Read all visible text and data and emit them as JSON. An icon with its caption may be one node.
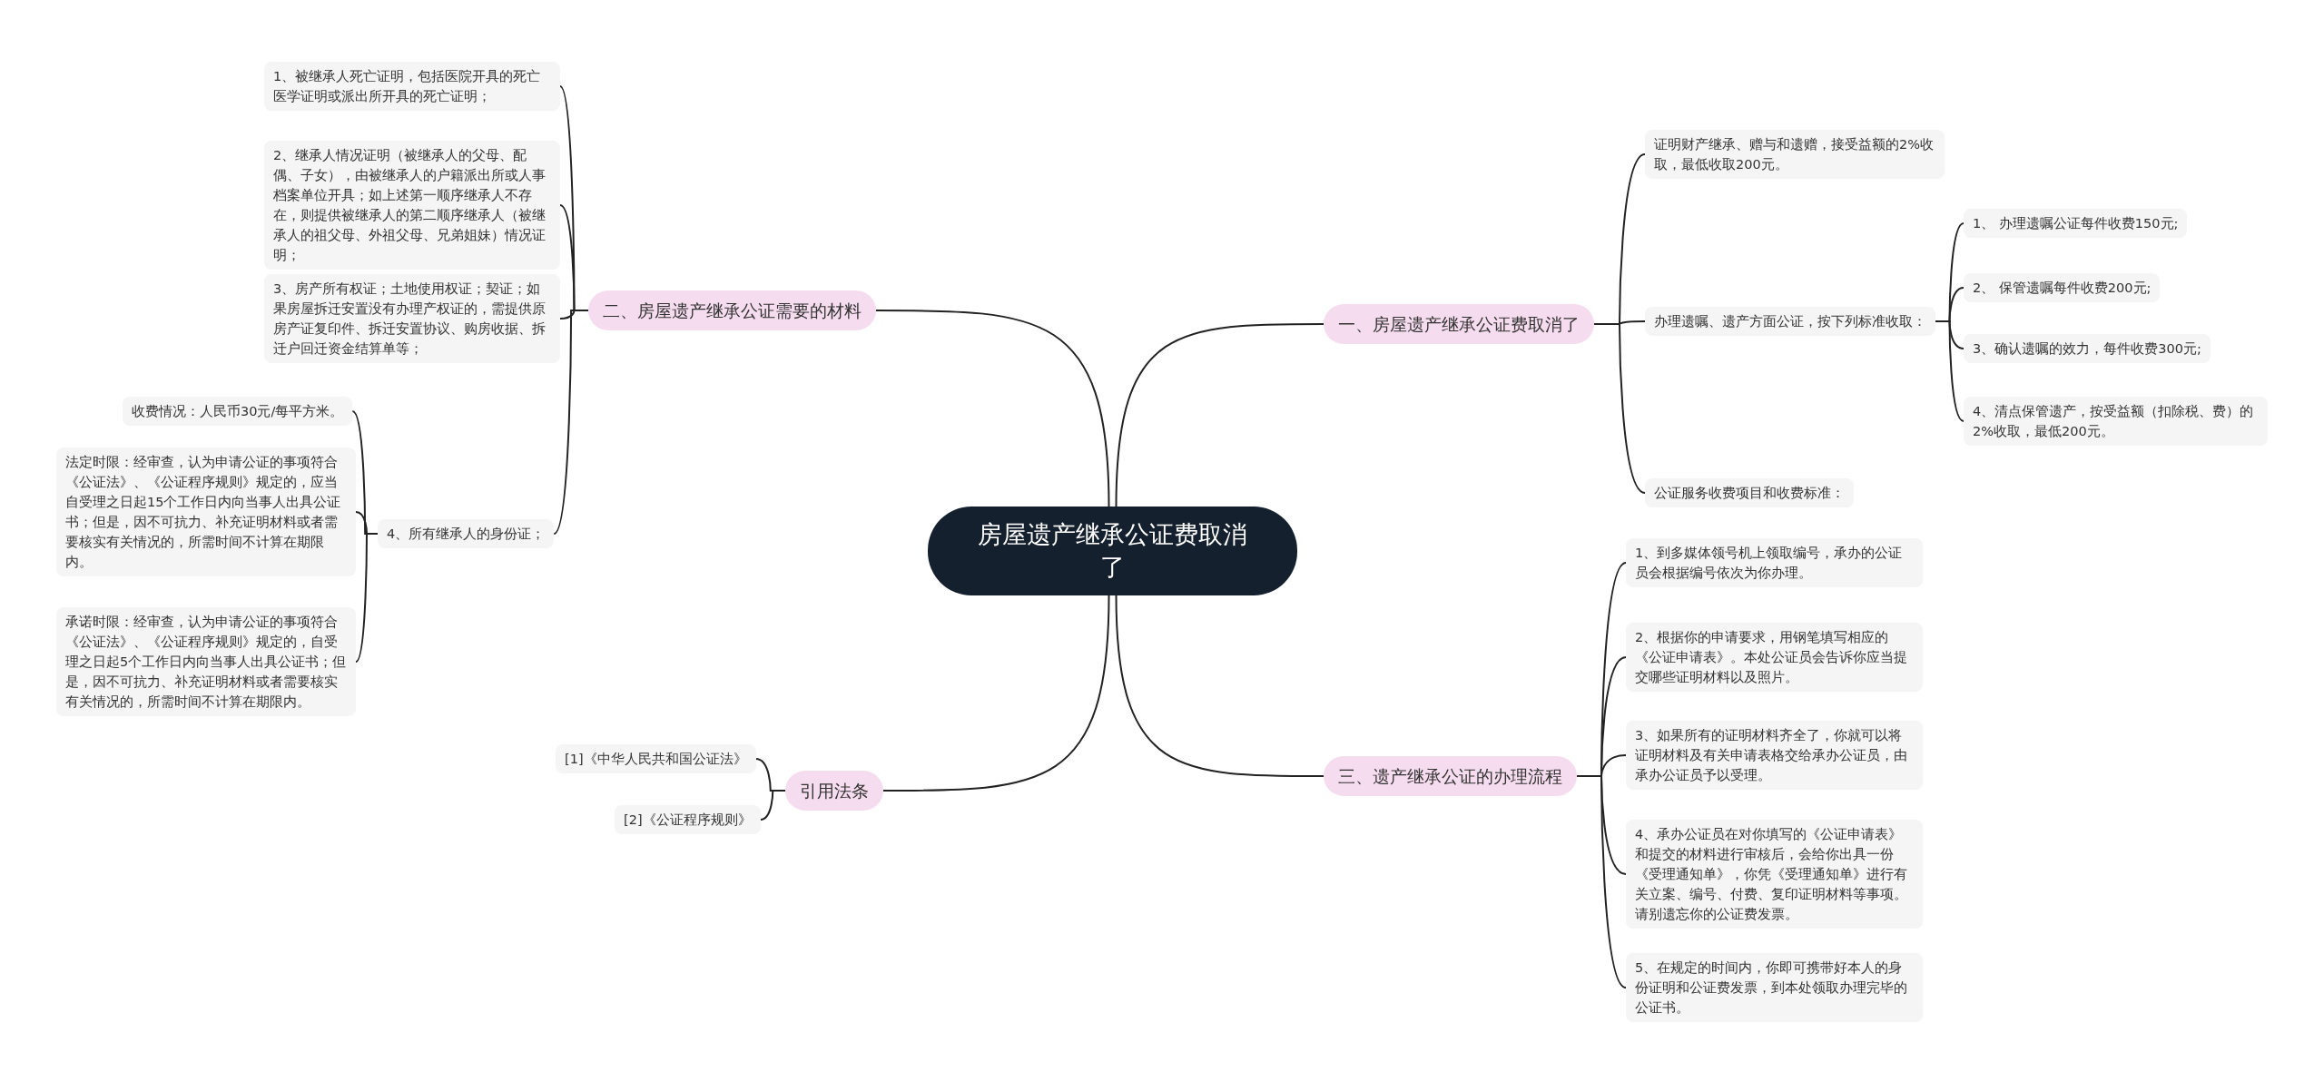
{
  "diagram": {
    "nodes": [
      {
        "text": [
          "房屋遗产继承公证费取消了"
        ]
      },
      {
        "text": [
          "一、房屋遗产继承公证费取消了"
        ]
      },
      {
        "text": [
          "证明财产继承、赠与和遗赠，接受益额的2%收取，最低收取200元。"
        ]
      },
      {
        "text": [
          "办理遗嘱、遗产方面公证，按下列标准收取："
        ]
      },
      {
        "text": [
          "1、 办理遗嘱公证每件收费150元;"
        ]
      },
      {
        "text": [
          "2、 保管遗嘱每件收费200元;"
        ]
      },
      {
        "text": [
          "3、确认遗嘱的效力，每件收费300元;"
        ]
      },
      {
        "text": [
          "4、清点保管遗产，按受益额（扣除税、费）的2%收取，最低200元。"
        ]
      },
      {
        "text": [
          "公证服务收费项目和收费标准："
        ]
      },
      {
        "text": [
          "二、房屋遗产继承公证需要的材料"
        ]
      },
      {
        "text": [
          "1、被继承人死亡证明，包括医院开具的死亡医学证明或派出所开具的死亡证明；"
        ]
      },
      {
        "text": [
          "2、继承人情况证明（被继承人的父母、配偶、子女），由被继承人的户籍派出所或人事档案单位开具；如上述第一顺序继承人不存在，则提供被继承人的第二顺序继承人（被继承人的祖父母、外祖父母、兄弟姐妹）情况证明；"
        ]
      },
      {
        "text": [
          "3、房产所有权证；土地使用权证；契证；如果房屋拆迁安置没有办理产权证的，需提供原房产证复印件、拆迁安置协议、购房收据、拆迁户回迁资金结算单等；"
        ]
      },
      {
        "text": [
          "4、所有继承人的身份证；"
        ]
      },
      {
        "text": [
          "收费情况：人民币30元/每平方米。"
        ]
      },
      {
        "text": [
          "法定时限：经审查，认为申请公证的事项符合《公证法》、《公证程序规则》规定的，应当自受理之日起15个工作日内向当事人出具公证书；但是，因不可抗力、补充证明材料或者需要核实有关情况的，所需时间不计算在期限内。"
        ]
      },
      {
        "text": [
          "承诺时限：经审查，认为申请公证的事项符合《公证法》、《公证程序规则》规定的，自受理之日起5个工作日内向当事人出具公证书；但是，因不可抗力、补充证明材料或者需要核实有关情况的，所需时间不计算在期限内。"
        ]
      },
      {
        "text": [
          "引用法条"
        ]
      },
      {
        "text": [
          "[1]《中华人民共和国公证法》"
        ]
      },
      {
        "text": [
          "[2]《公证程序规则》"
        ]
      },
      {
        "text": [
          "三、遗产继承公证的办理流程"
        ]
      },
      {
        "text": [
          "1、到多媒体领号机上领取编号，承办的公证员会根据编号依次为你办理。"
        ]
      },
      {
        "text": [
          "2、根据你的申请要求，用钢笔填写相应的《公证申请表》。本处公证员会告诉你应当提交哪些证明材料以及照片。"
        ]
      },
      {
        "text": [
          "3、如果所有的证明材料齐全了，你就可以将证明材料及有关申请表格交给承办公证员，由承办公证员予以受理。"
        ]
      },
      {
        "text": [
          "4、承办公证员在对你填写的《公证申请表》和提交的材料进行审核后，会给你出具一份《受理通知单》，你凭《受理通知单》进行有关立案、编号、付费、复印证明材料等事项。请别遗忘你的公证费发票。"
        ]
      },
      {
        "text": [
          "5、在规定的时间内，你即可携带好本人的身份证明和公证费发票，到本处领取办理完毕的公证书。"
        ]
      }
    ],
    "edges": [
      {
        "from": 0,
        "to": 1,
        "arrow": "none"
      },
      {
        "from": 1,
        "to": 2,
        "arrow": "none"
      },
      {
        "from": 1,
        "to": 3,
        "arrow": "none"
      },
      {
        "from": 3,
        "to": 4,
        "arrow": "none"
      },
      {
        "from": 3,
        "to": 5,
        "arrow": "none"
      },
      {
        "from": 3,
        "to": 6,
        "arrow": "none"
      },
      {
        "from": 3,
        "to": 7,
        "arrow": "none"
      },
      {
        "from": 1,
        "to": 8,
        "arrow": "none"
      },
      {
        "from": 0,
        "to": 9,
        "arrow": "none"
      },
      {
        "from": 9,
        "to": 10,
        "arrow": "none"
      },
      {
        "from": 9,
        "to": 11,
        "arrow": "none"
      },
      {
        "from": 9,
        "to": 12,
        "arrow": "none"
      },
      {
        "from": 9,
        "to": 13,
        "arrow": "none"
      },
      {
        "from": 13,
        "to": 14,
        "arrow": "none"
      },
      {
        "from": 13,
        "to": 15,
        "arrow": "none"
      },
      {
        "from": 13,
        "to": 16,
        "arrow": "none"
      },
      {
        "from": 0,
        "to": 17,
        "arrow": "none"
      },
      {
        "from": 17,
        "to": 18,
        "arrow": "none"
      },
      {
        "from": 17,
        "to": 19,
        "arrow": "none"
      },
      {
        "from": 0,
        "to": 20,
        "arrow": "none"
      },
      {
        "from": 20,
        "to": 21,
        "arrow": "none"
      },
      {
        "from": 20,
        "to": 22,
        "arrow": "none"
      },
      {
        "from": 20,
        "to": 23,
        "arrow": "none"
      },
      {
        "from": 20,
        "to": 24,
        "arrow": "none"
      },
      {
        "from": 20,
        "to": 25,
        "arrow": "none"
      }
    ]
  }
}
